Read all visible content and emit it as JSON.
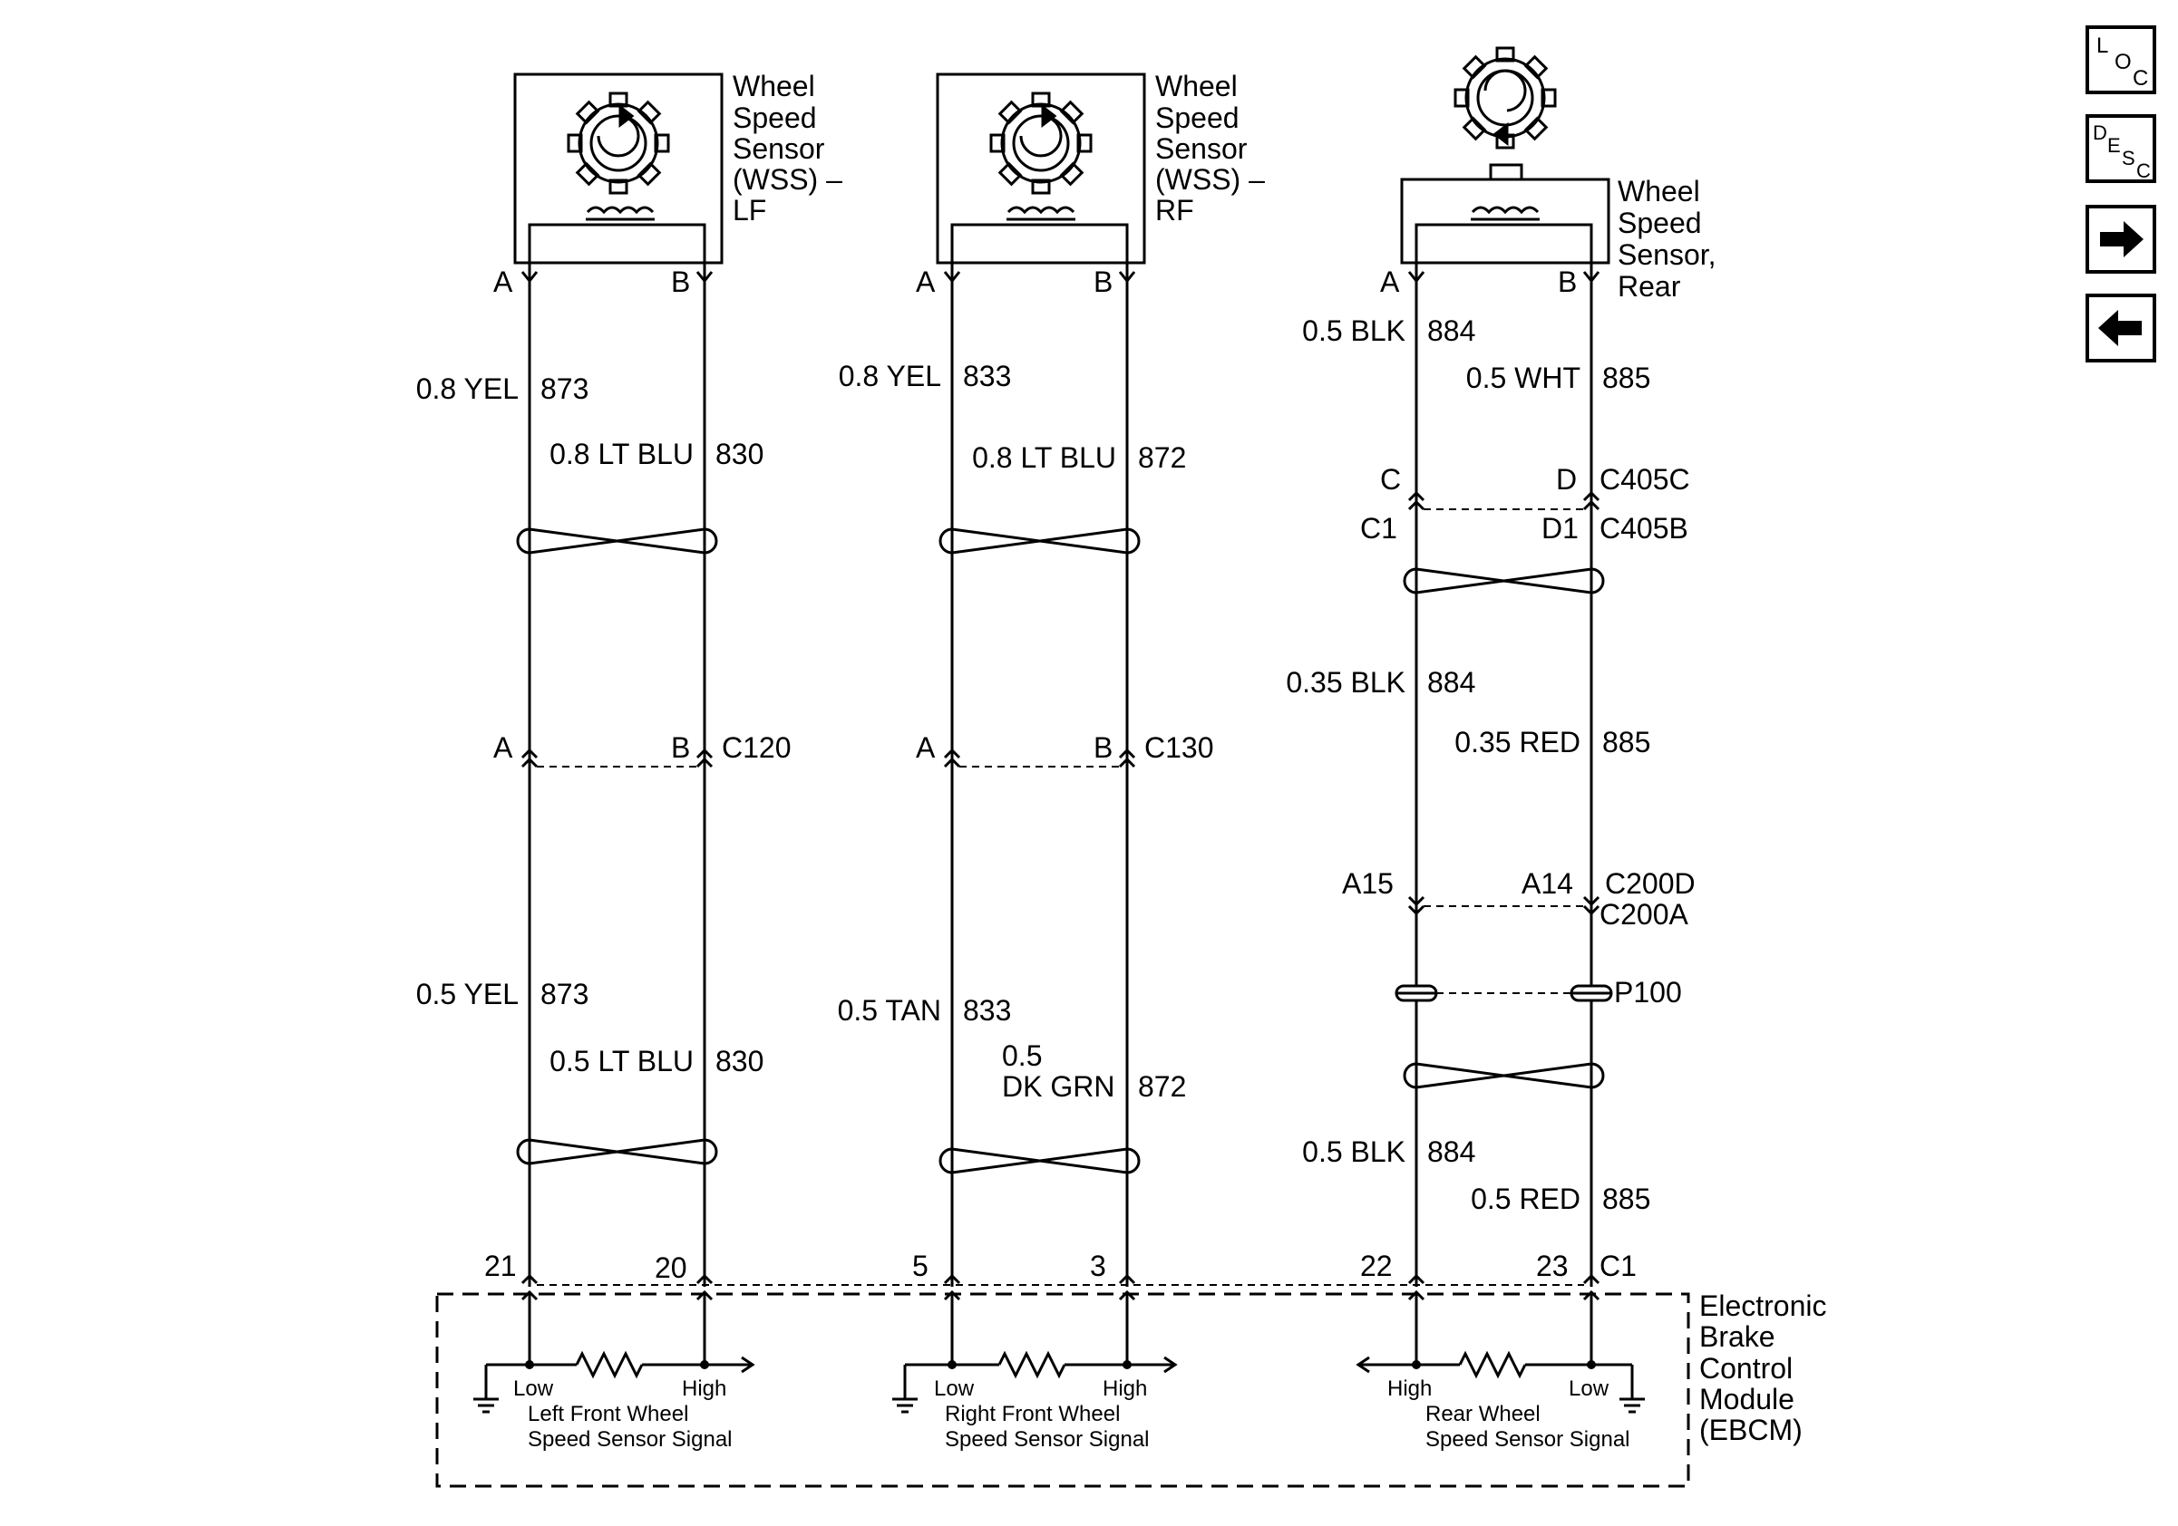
{
  "sensors": {
    "lf": {
      "title": [
        "Wheel",
        "Speed",
        "Sensor",
        "(WSS) –",
        "LF"
      ],
      "pin_a": "A",
      "pin_b": "B"
    },
    "rf": {
      "title": [
        "Wheel",
        "Speed",
        "Sensor",
        "(WSS) –",
        "RF"
      ],
      "pin_a": "A",
      "pin_b": "B"
    },
    "rear": {
      "title": [
        "Wheel",
        "Speed",
        "Sensor,",
        "Rear"
      ],
      "pin_a": "A",
      "pin_b": "B"
    }
  },
  "wires": {
    "lf": {
      "upper_a": {
        "gauge_color": "0.8 YEL",
        "circuit": "873"
      },
      "upper_b": {
        "gauge_color": "0.8 LT BLU",
        "circuit": "830"
      },
      "lower_a": {
        "gauge_color": "0.5 YEL",
        "circuit": "873"
      },
      "lower_b": {
        "gauge_color": "0.5 LT BLU",
        "circuit": "830"
      }
    },
    "rf": {
      "upper_a": {
        "gauge_color": "0.8 YEL",
        "circuit": "833"
      },
      "upper_b": {
        "gauge_color": "0.8 LT BLU",
        "circuit": "872"
      },
      "lower_a": {
        "gauge_color": "0.5 TAN",
        "circuit": "833"
      },
      "lower_b_line1": "0.5",
      "lower_b_line2": "DK GRN",
      "lower_b_circuit": "872"
    },
    "rear": {
      "seg1_a": {
        "gauge_color": "0.5 BLK",
        "circuit": "884"
      },
      "seg1_b": {
        "gauge_color": "0.5 WHT",
        "circuit": "885"
      },
      "seg2_a": {
        "gauge_color": "0.35 BLK",
        "circuit": "884"
      },
      "seg2_b": {
        "gauge_color": "0.35 RED",
        "circuit": "885"
      },
      "seg3_a": {
        "gauge_color": "0.5 BLK",
        "circuit": "884"
      },
      "seg3_b": {
        "gauge_color": "0.5 RED",
        "circuit": "885"
      }
    }
  },
  "connectors": {
    "c120": {
      "name": "C120",
      "pin_a": "A",
      "pin_b": "B"
    },
    "c130": {
      "name": "C130",
      "pin_a": "A",
      "pin_b": "B"
    },
    "c405": {
      "name_top": "C405C",
      "name_bottom": "C405B",
      "pin_c": "C",
      "pin_d": "D",
      "pin_c1": "C1",
      "pin_d1": "D1"
    },
    "c200": {
      "name_top": "C200D",
      "name_bottom": "C200A",
      "pin_a15": "A15",
      "pin_a14": "A14"
    },
    "p100": {
      "name": "P100"
    }
  },
  "ebcm": {
    "title": [
      "Electronic",
      "Brake",
      "Control",
      "Module",
      "(EBCM)"
    ],
    "connector": "C1",
    "pins": {
      "lf_low": "21",
      "lf_high": "20",
      "rf_low": "5",
      "rf_high": "3",
      "rear_high": "22",
      "rear_low": "23"
    },
    "circuits": {
      "lf": {
        "low": "Low",
        "high": "High",
        "line1": "Left Front Wheel",
        "line2": "Speed Sensor Signal"
      },
      "rf": {
        "low": "Low",
        "high": "High",
        "line1": "Right Front Wheel",
        "line2": "Speed Sensor Signal"
      },
      "rear": {
        "low": "Low",
        "high": "High",
        "line1": "Rear Wheel",
        "line2": "Speed Sensor Signal"
      }
    }
  },
  "nav": {
    "loc": {
      "l1": "L",
      "l2": "O",
      "l3": "C"
    },
    "desc": {
      "l1": "D",
      "l2": "E",
      "l3": "S",
      "l4": "C"
    }
  }
}
